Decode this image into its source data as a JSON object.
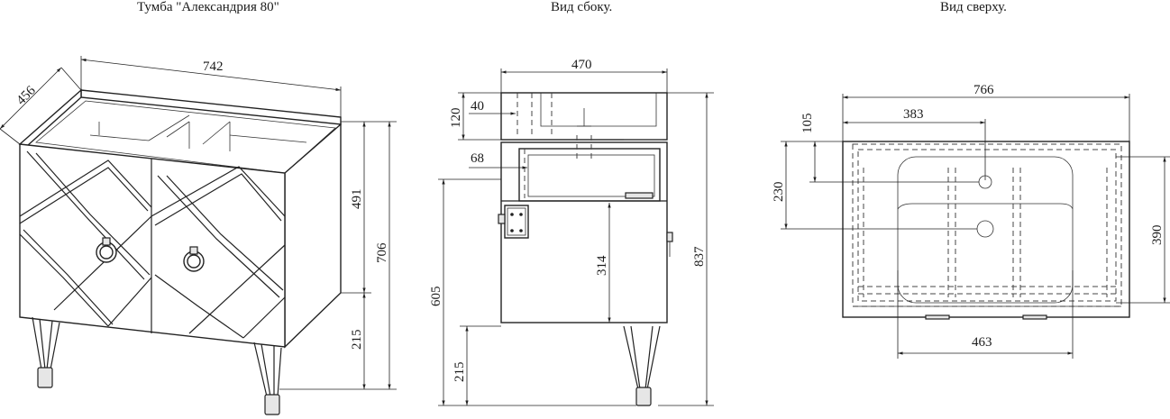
{
  "titles": {
    "front": "Тумба \"Александрия 80\"",
    "side": "Вид сбоку.",
    "top": "Вид сверху."
  },
  "front_view": {
    "width": "742",
    "depth": "456",
    "body_height": "491",
    "total_height": "706",
    "leg_height": "215"
  },
  "side_view": {
    "depth": "470",
    "top_height": "120",
    "top_offset": "40",
    "drawer_offset": "68",
    "lower_height": "314",
    "total_height": "837",
    "floor_to_drawer": "605",
    "leg_height": "215"
  },
  "top_view": {
    "width": "766",
    "half_width": "383",
    "offset_105": "105",
    "offset_230": "230",
    "depth_390": "390",
    "basin_width": "463"
  }
}
